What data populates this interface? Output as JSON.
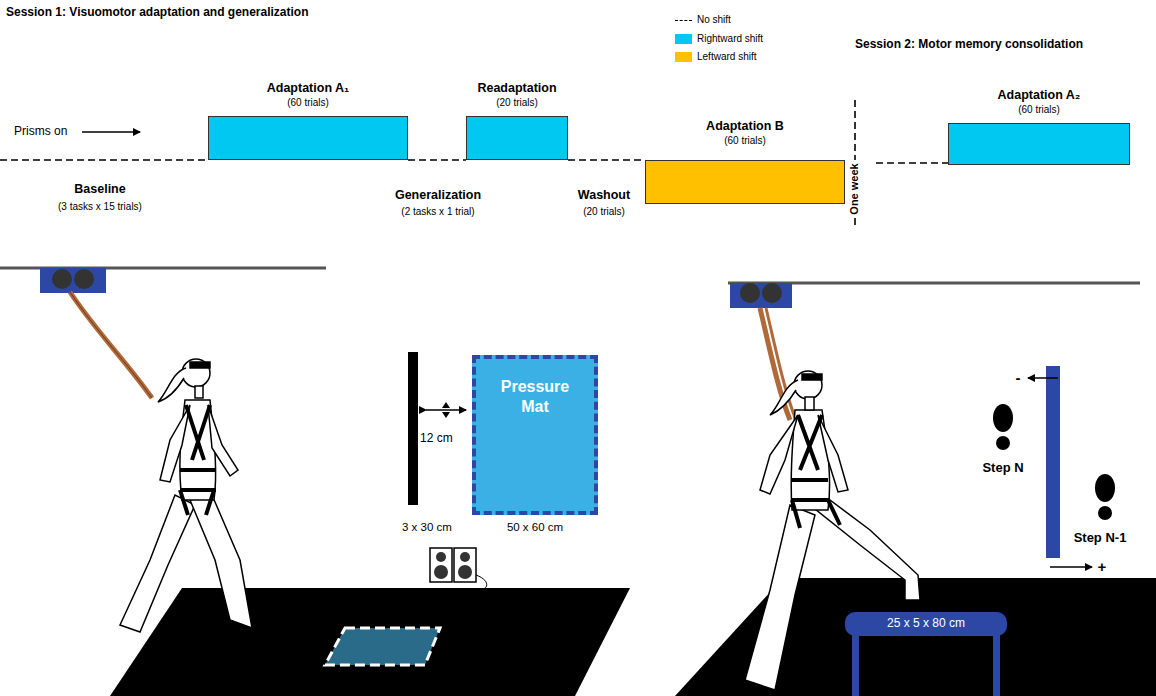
{
  "diagram": {
    "nodes": [
      {
        "text": [
          "Adaptation A₁",
          "(60 trials)"
        ]
      },
      {
        "text": [
          "Readaptation",
          "(20 trials)"
        ]
      },
      {
        "text": [
          "Adaptation B",
          "(60 trials)"
        ]
      },
      {
        "text": [
          "Adaptation A₂",
          "(60 trials)"
        ]
      },
      {
        "text": [
          "Pressure Mat"
        ]
      }
    ],
    "labels": [
      "Session 1: Visuomotor adaptation and generalization",
      "Session 2: Motor memory consolidation",
      "Prisms on",
      "Baseline",
      "(3 tasks x 15 trials)",
      "Generalization",
      "(2 tasks x 1 trial)",
      "Washout",
      "(20 trials)",
      "One week",
      "12 cm",
      "3 x 30 cm",
      "50 x 60 cm",
      "25 x 5 x 80 cm",
      "Step N",
      "Step N-1",
      "-",
      "+"
    ],
    "legend": [
      {
        "text": "No shift"
      },
      {
        "text": "Rightward shift",
        "color": "#00c8f0"
      },
      {
        "text": "Leftward shift",
        "color": "#ffc000"
      }
    ]
  }
}
